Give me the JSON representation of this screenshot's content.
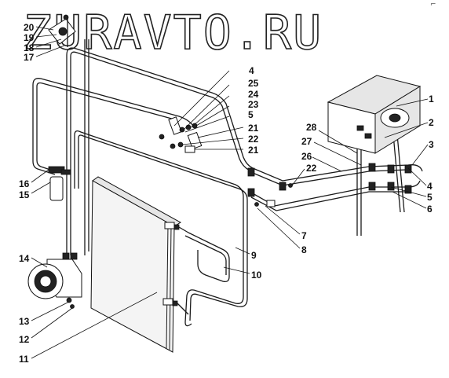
{
  "watermark": "ZURAVTO.RU",
  "corner_mark": "⌐",
  "labels": {
    "l1": "1",
    "l2": "2",
    "l3": "3",
    "l4a": "4",
    "l4b": "4",
    "l5a": "5",
    "l5b": "5",
    "l6": "6",
    "l7": "7",
    "l8": "8",
    "l9": "9",
    "l10": "10",
    "l11": "11",
    "l12": "12",
    "l13": "13",
    "l14": "14",
    "l15": "15",
    "l16": "16",
    "l17": "17",
    "l18": "18",
    "l19": "19",
    "l20": "20",
    "l21a": "21",
    "l21b": "21",
    "l22a": "22",
    "l22b": "22",
    "l23": "23",
    "l24": "24",
    "l25": "25",
    "l26": "26",
    "l27": "27",
    "l28": "28"
  }
}
